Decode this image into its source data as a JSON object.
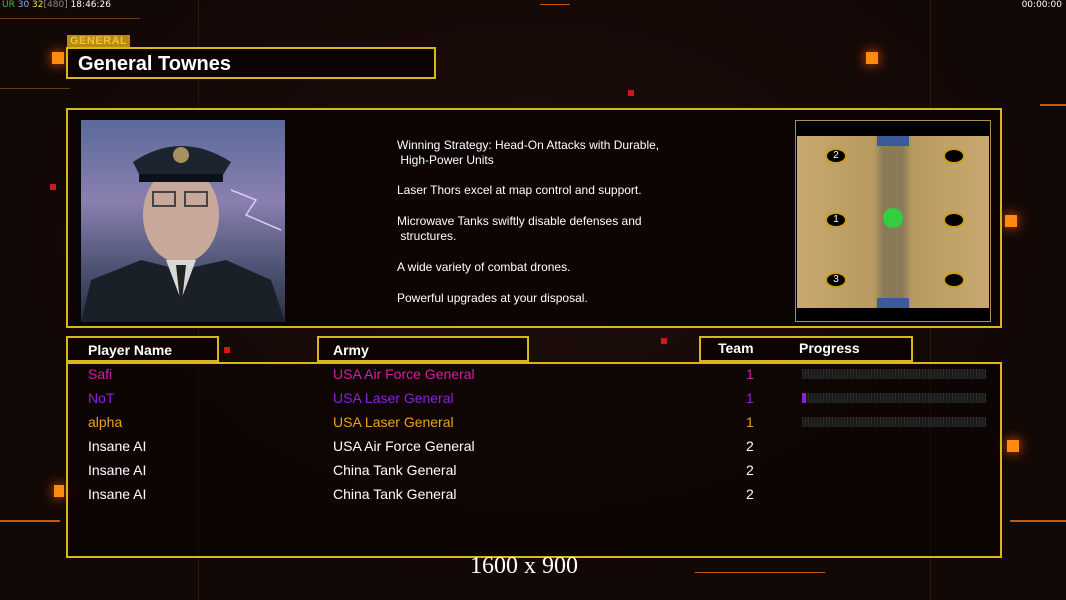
{
  "hud": {
    "ur": "UR",
    "a": "30",
    "b": "32",
    "c": "[480]",
    "time": "18:46:26",
    "clock": "00:00:00"
  },
  "general_tag": "GENERAL",
  "general_name": "General Townes",
  "description": [
    "Winning Strategy: Head-On Attacks with Durable,\n High-Power Units",
    "Laser Thors excel at map control and support.",
    "Microwave Tanks swiftly disable defenses and\n structures.",
    "A wide variety of combat drones.",
    "Powerful upgrades at your disposal."
  ],
  "map": {
    "starts": [
      "2",
      "1",
      "3"
    ]
  },
  "headers": {
    "player": "Player Name",
    "army": "Army",
    "team": "Team",
    "progress": "Progress"
  },
  "players": [
    {
      "name": "Safi",
      "army": "USA Air Force General",
      "team": "1",
      "color": "#d020a8",
      "progress": 0
    },
    {
      "name": "NoT",
      "army": "USA Laser General",
      "team": "1",
      "color": "#8c22d8",
      "progress": 0.02
    },
    {
      "name": "alpha",
      "army": "USA Laser General",
      "team": "1",
      "color": "#f0a020",
      "progress": 0
    },
    {
      "name": "Insane AI",
      "army": "USA Air Force General",
      "team": "2",
      "color": "#ffffff",
      "progress": null
    },
    {
      "name": "Insane AI",
      "army": "China Tank General",
      "team": "2",
      "color": "#ffffff",
      "progress": null
    },
    {
      "name": "Insane AI",
      "army": "China Tank General",
      "team": "2",
      "color": "#ffffff",
      "progress": null
    }
  ],
  "resolution": "1600 x 900"
}
